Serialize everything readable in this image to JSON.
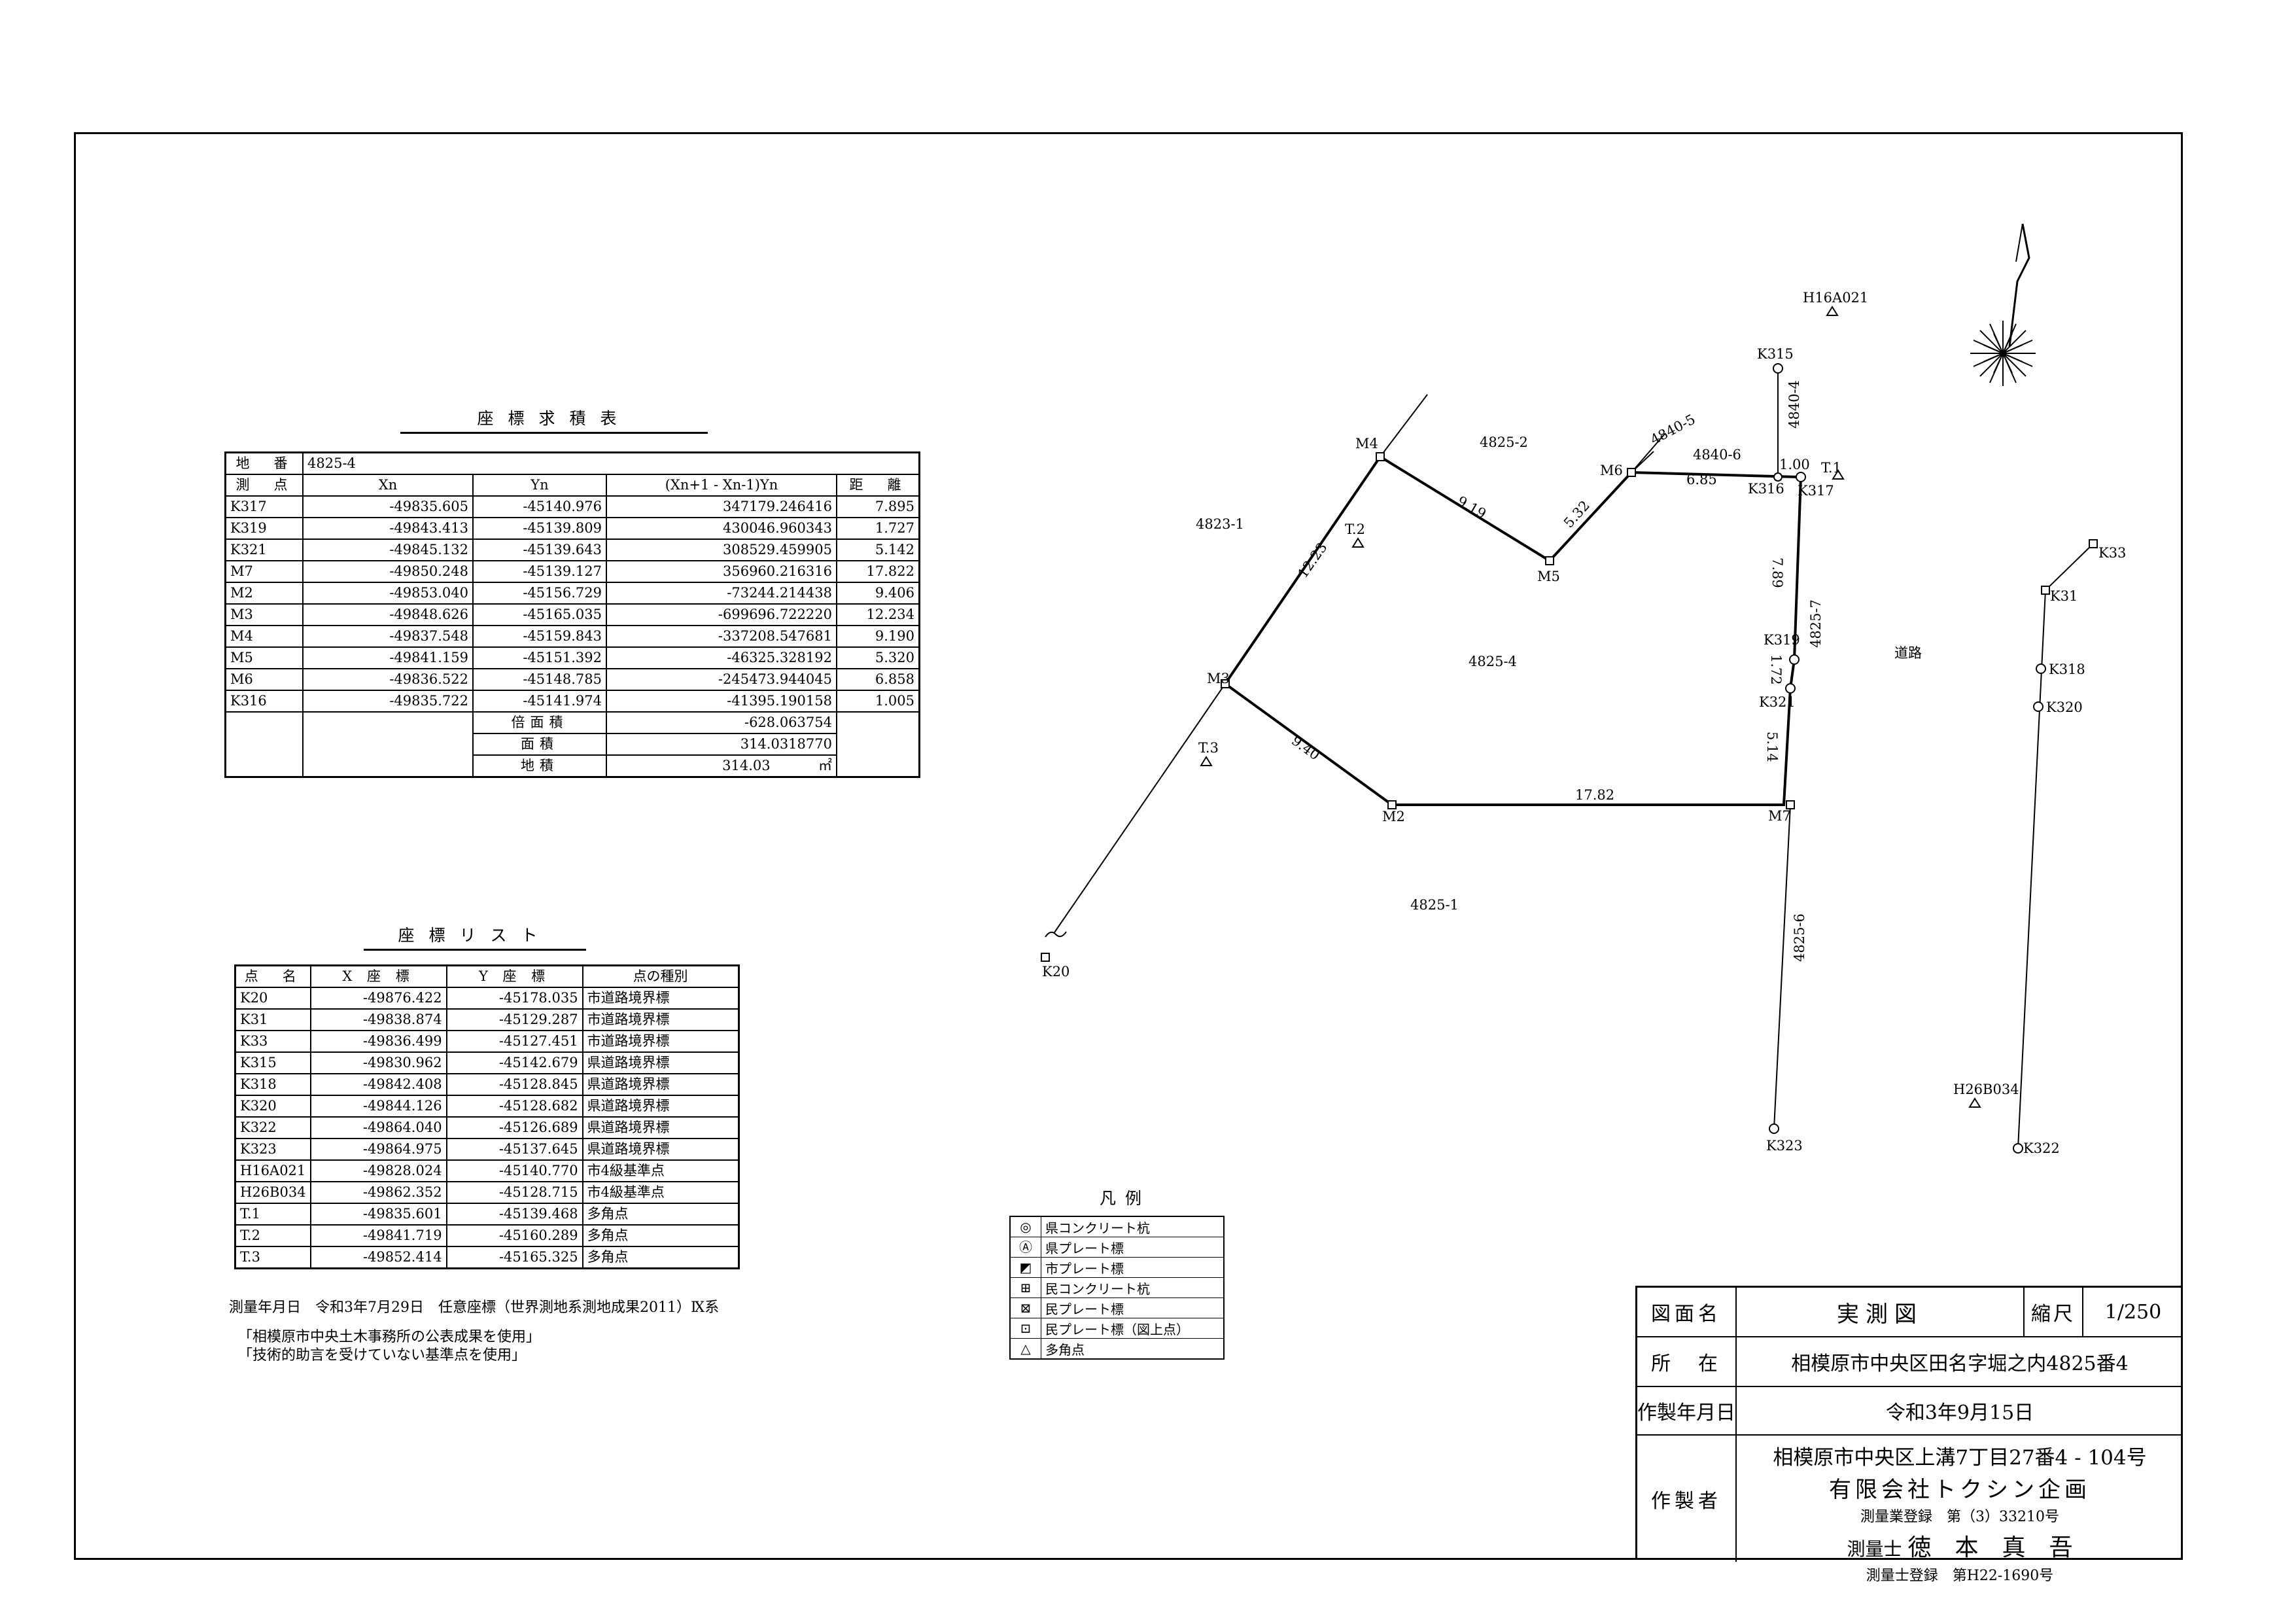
{
  "map": {
    "parcel_labels": [
      "4825-2",
      "4823-1",
      "4825-4",
      "4825-1",
      "4840-5",
      "4840-6",
      "4840-4",
      "4825-7",
      "4825-6",
      "道路"
    ],
    "points": [
      "M4",
      "M6",
      "K316",
      "K317",
      "T.1",
      "K315",
      "H16A021",
      "M5",
      "T.2",
      "M3",
      "T.3",
      "M2",
      "M7",
      "K319",
      "K321",
      "K20",
      "K33",
      "K31",
      "K318",
      "K320",
      "H26B034",
      "K323",
      "K322"
    ],
    "distances": [
      "12.23",
      "9.19",
      "5.32",
      "6.85",
      "1.00",
      "7.89",
      "1.72",
      "5.14",
      "17.82",
      "9.40"
    ]
  },
  "area_table": {
    "title": "座標求積表",
    "parcel_label": "地　番",
    "parcel_value": "4825-4",
    "headers": [
      "測　点",
      "Xn",
      "Yn",
      "(Xn+1 - Xn-1)Yn",
      "距　離"
    ],
    "rows": [
      [
        "K317",
        "-49835.605",
        "-45140.976",
        "347179.246416",
        "7.895"
      ],
      [
        "K319",
        "-49843.413",
        "-45139.809",
        "430046.960343",
        "1.727"
      ],
      [
        "K321",
        "-49845.132",
        "-45139.643",
        "308529.459905",
        "5.142"
      ],
      [
        "M7",
        "-49850.248",
        "-45139.127",
        "356960.216316",
        "17.822"
      ],
      [
        "M2",
        "-49853.040",
        "-45156.729",
        "-73244.214438",
        "9.406"
      ],
      [
        "M3",
        "-49848.626",
        "-45165.035",
        "-699696.722220",
        "12.234"
      ],
      [
        "M4",
        "-49837.548",
        "-45159.843",
        "-337208.547681",
        "9.190"
      ],
      [
        "M5",
        "-49841.159",
        "-45151.392",
        "-46325.328192",
        "5.320"
      ],
      [
        "M6",
        "-49836.522",
        "-45148.785",
        "-245473.944045",
        "6.858"
      ],
      [
        "K316",
        "-49835.722",
        "-45141.974",
        "-41395.190158",
        "1.005"
      ]
    ],
    "double_area_label": "倍面積",
    "double_area_value": "-628.063754",
    "area_label": "面積",
    "area_value": "314.0318770",
    "land_area_label": "地積",
    "land_area_value": "314.03",
    "land_area_unit": "㎡"
  },
  "coord_list": {
    "title": "座標リスト",
    "headers": [
      "点　名",
      "X 座 標",
      "Y 座 標",
      "点の種別"
    ],
    "rows": [
      [
        "K20",
        "-49876.422",
        "-45178.035",
        "市道路境界標"
      ],
      [
        "K31",
        "-49838.874",
        "-45129.287",
        "市道路境界標"
      ],
      [
        "K33",
        "-49836.499",
        "-45127.451",
        "市道路境界標"
      ],
      [
        "K315",
        "-49830.962",
        "-45142.679",
        "県道路境界標"
      ],
      [
        "K318",
        "-49842.408",
        "-45128.845",
        "県道路境界標"
      ],
      [
        "K320",
        "-49844.126",
        "-45128.682",
        "県道路境界標"
      ],
      [
        "K322",
        "-49864.040",
        "-45126.689",
        "県道路境界標"
      ],
      [
        "K323",
        "-49864.975",
        "-45137.645",
        "県道路境界標"
      ],
      [
        "H16A021",
        "-49828.024",
        "-45140.770",
        "市4級基準点"
      ],
      [
        "H26B034",
        "-49862.352",
        "-45128.715",
        "市4級基準点"
      ],
      [
        "T.1",
        "-49835.601",
        "-45139.468",
        "多角点"
      ],
      [
        "T.2",
        "-49841.719",
        "-45160.289",
        "多角点"
      ],
      [
        "T.3",
        "-49852.414",
        "-45165.325",
        "多角点"
      ]
    ]
  },
  "notes": {
    "survey_date": "測量年月日　令和3年7月29日　任意座標（世界測地系測地成果2011）Ⅸ系",
    "public_results": "「相模原市中央土木事務所の公表成果を使用」",
    "reference_points": "「技術的助言を受けていない基準点を使用」"
  },
  "legend": {
    "title": "凡例",
    "items": [
      {
        "icon": "double-circle-icon",
        "symbol": "◎",
        "label": "県コンクリート杭"
      },
      {
        "icon": "circle-a-icon",
        "symbol": "Ⓐ",
        "label": "県プレート標"
      },
      {
        "icon": "square-slash-icon",
        "symbol": "◩",
        "label": "市プレート標"
      },
      {
        "icon": "square-grid-icon",
        "symbol": "⊞",
        "label": "民コンクリート杭"
      },
      {
        "icon": "square-x-icon",
        "symbol": "⊠",
        "label": "民プレート標"
      },
      {
        "icon": "square-dot-icon",
        "symbol": "⊡",
        "label": "民プレート標（図上点）"
      },
      {
        "icon": "triangle-icon",
        "symbol": "△",
        "label": "多角点"
      }
    ]
  },
  "title_block": {
    "drawing_name_label": "図面名",
    "drawing_name_value": "実測図",
    "scale_label": "縮尺",
    "scale_value": "1/250",
    "location_label": "所　在",
    "location_value": "相模原市中央区田名字堀之内4825番4",
    "date_label": "作製年月日",
    "date_value": "令和3年9月15日",
    "maker_label": "作製者",
    "maker_address": "相模原市中央区上溝7丁目27番4 - 104号",
    "maker_company": "有限会社トクシン企画",
    "maker_registration": "測量業登録　第（3）33210号",
    "surveyor_title": "測量士",
    "surveyor_name": "徳　本　真　吾",
    "surveyor_registration": "測量士登録　第H22-1690号"
  }
}
